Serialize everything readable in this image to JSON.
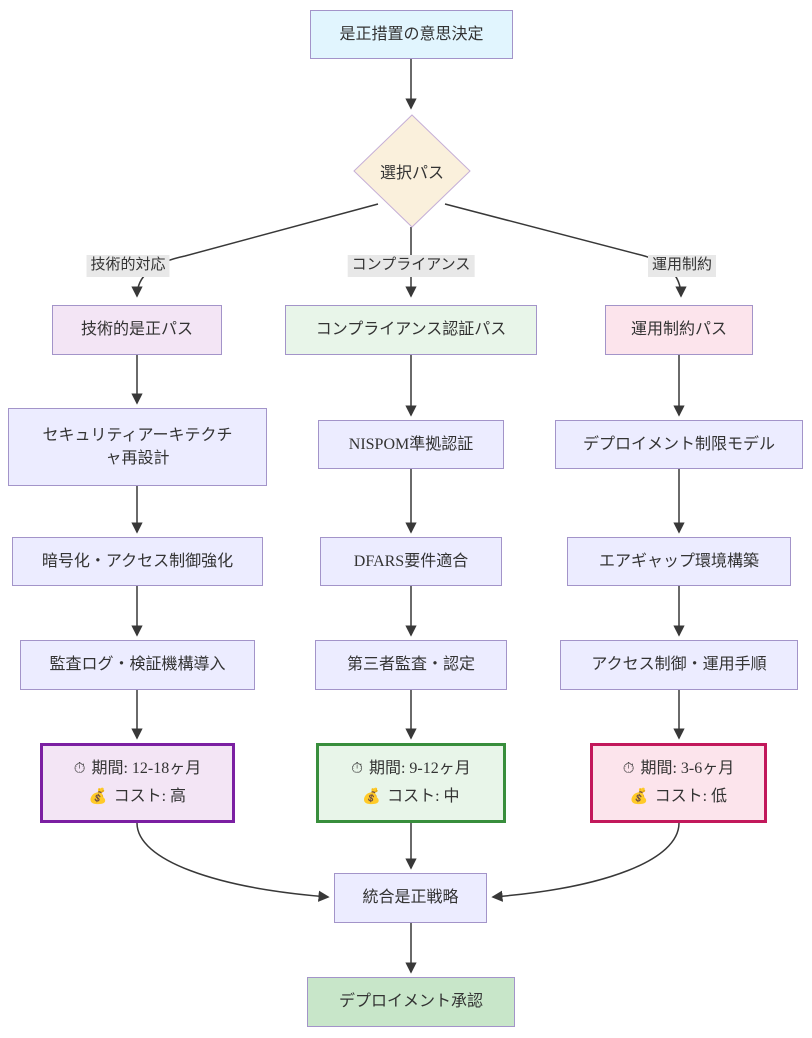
{
  "flowchart": {
    "root": {
      "label": "是正措置の意思決定"
    },
    "decision": {
      "label": "選択パス"
    },
    "branches": [
      {
        "edge_label": "技術的対応",
        "header": "技術的是正パス",
        "steps": [
          "セキュリティアーキテクチャ再設計",
          "暗号化・アクセス制御強化",
          "監査ログ・検証機構導入"
        ],
        "summary": {
          "period_icon": "⏱",
          "period": "期間: 12-18ヶ月",
          "cost_icon": "💰",
          "cost": "コスト: 高"
        },
        "fill": "#f3e5f5",
        "accent": "#7b1fa2"
      },
      {
        "edge_label": "コンプライアンス",
        "header": "コンプライアンス認証パス",
        "steps": [
          "NISPOM準拠認証",
          "DFARS要件適合",
          "第三者監査・認定"
        ],
        "summary": {
          "period_icon": "⏱",
          "period": "期間: 9-12ヶ月",
          "cost_icon": "💰",
          "cost": "コスト: 中"
        },
        "fill": "#e8f5e9",
        "accent": "#388e3c"
      },
      {
        "edge_label": "運用制約",
        "header": "運用制約パス",
        "steps": [
          "デプロイメント制限モデル",
          "エアギャップ環境構築",
          "アクセス制御・運用手順"
        ],
        "summary": {
          "period_icon": "⏱",
          "period": "期間: 3-6ヶ月",
          "cost_icon": "💰",
          "cost": "コスト: 低"
        },
        "fill": "#fce4ec",
        "accent": "#c2185b"
      }
    ],
    "merge": {
      "label": "統合是正戦略"
    },
    "final": {
      "label": "デプロイメント承認"
    }
  },
  "colors": {
    "root_fill": "#e1f5fe",
    "decision_fill": "#faf0dc",
    "node_fill": "#ececff",
    "node_border": "#a394c9",
    "final_fill": "#c8e6c9",
    "edge_color": "#383838",
    "edge_label_bg": "#e8e8e8",
    "text": "#333333"
  }
}
